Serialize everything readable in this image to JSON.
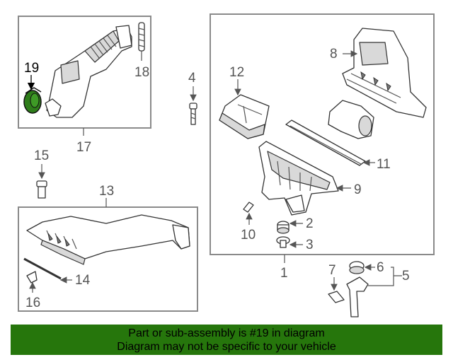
{
  "callouts": {
    "c1": "1",
    "c2": "2",
    "c3": "3",
    "c4": "4",
    "c5": "5",
    "c6": "6",
    "c7": "7",
    "c8": "8",
    "c9": "9",
    "c10": "10",
    "c11": "11",
    "c12": "12",
    "c13": "13",
    "c14": "14",
    "c15": "15",
    "c16": "16",
    "c17": "17",
    "c18": "18",
    "c19": "19"
  },
  "highlight": {
    "part": "19",
    "color": "#2e7d1a"
  },
  "banner": {
    "line1": "Part or sub-assembly is #19 in diagram",
    "line2": "Diagram may not be specific to your vehicle",
    "background": "#26760c"
  }
}
